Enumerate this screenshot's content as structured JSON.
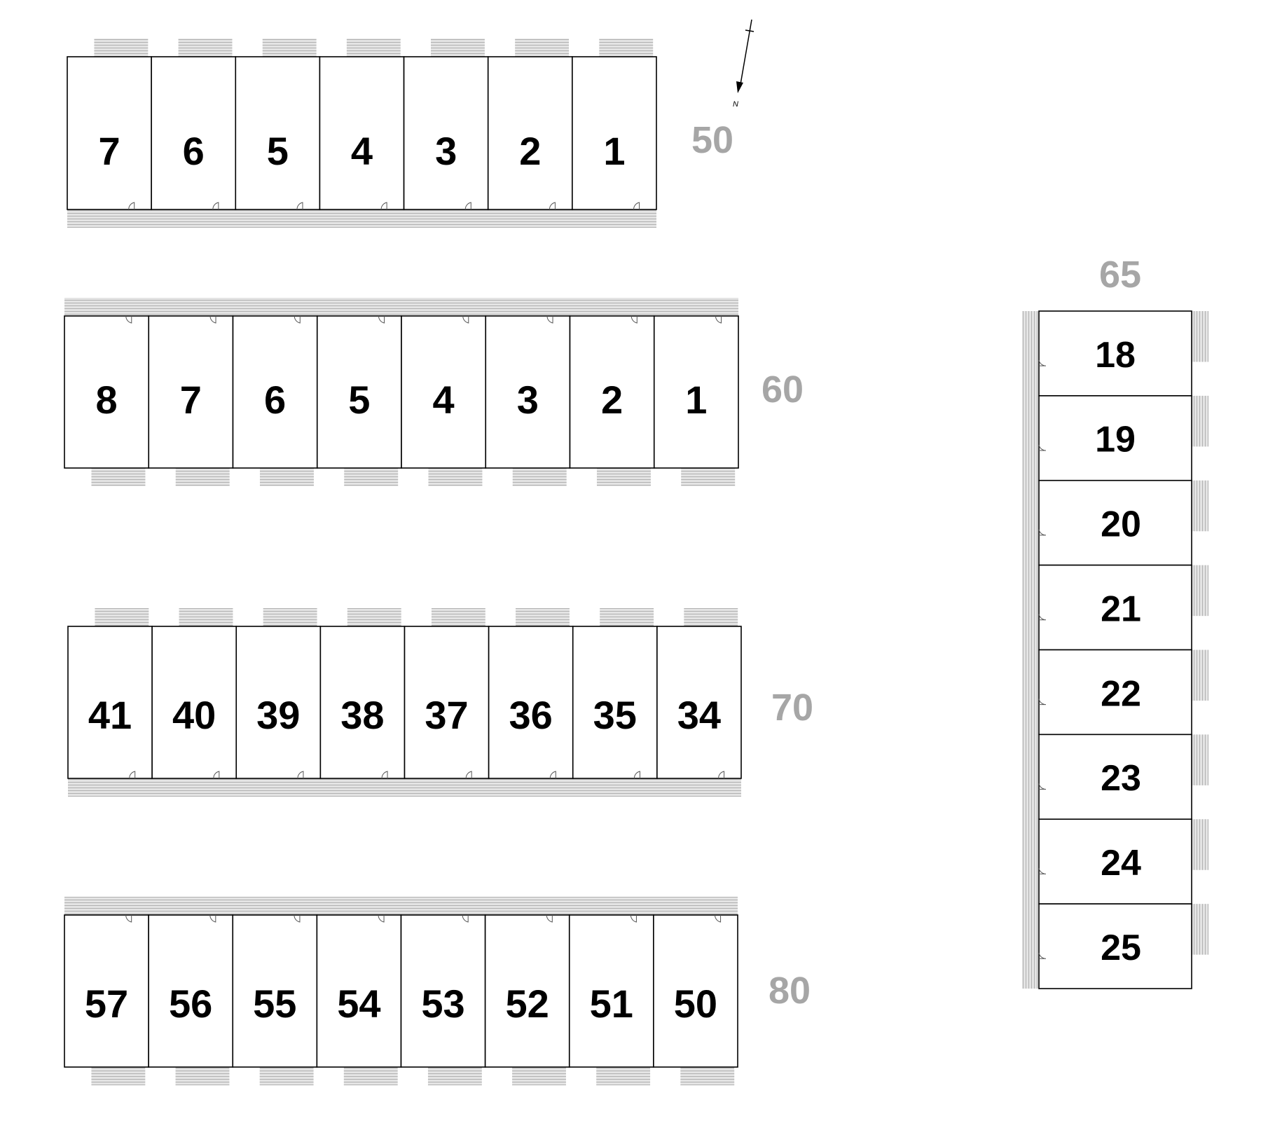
{
  "compass": {
    "letter": "N",
    "icon": "north-arrow-icon"
  },
  "colors": {
    "outline": "#000000",
    "label": "#000000",
    "block_label": "#a6a6a6",
    "deck": "#bdbdbd",
    "deck_fill": "#e2e2e2"
  },
  "blocks": [
    {
      "id": "block-50",
      "label": "50",
      "units": [
        "7",
        "6",
        "5",
        "4",
        "3",
        "2",
        "1"
      ]
    },
    {
      "id": "block-60",
      "label": "60",
      "units": [
        "8",
        "7",
        "6",
        "5",
        "4",
        "3",
        "2",
        "1"
      ]
    },
    {
      "id": "block-70",
      "label": "70",
      "units": [
        "41",
        "40",
        "39",
        "38",
        "37",
        "36",
        "35",
        "34"
      ]
    },
    {
      "id": "block-80",
      "label": "80",
      "units": [
        "57",
        "56",
        "55",
        "54",
        "53",
        "52",
        "51",
        "50"
      ]
    },
    {
      "id": "block-65",
      "label": "65",
      "units": [
        "18",
        "19",
        "20",
        "21",
        "22",
        "23",
        "24",
        "25"
      ]
    }
  ]
}
